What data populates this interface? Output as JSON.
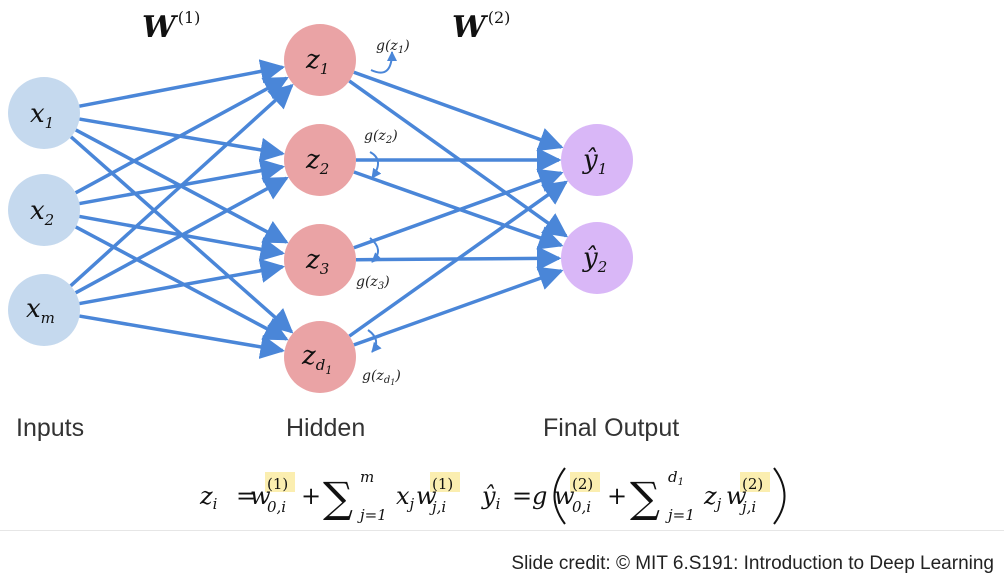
{
  "weights": {
    "w1": {
      "symbol": "W",
      "sup": "(1)"
    },
    "w2": {
      "symbol": "W",
      "sup": "(2)"
    }
  },
  "layers": {
    "inputs": {
      "label": "Inputs",
      "nodes": [
        {
          "base": "x",
          "sub": "1"
        },
        {
          "base": "x",
          "sub": "2"
        },
        {
          "base": "x",
          "sub": "m"
        }
      ]
    },
    "hidden": {
      "label": "Hidden",
      "nodes": [
        {
          "base": "z",
          "sub": "1",
          "act": "g(z",
          "act_sub": "1",
          "act_close": ")"
        },
        {
          "base": "z",
          "sub": "2",
          "act": "g(z",
          "act_sub": "2",
          "act_close": ")"
        },
        {
          "base": "z",
          "sub": "3",
          "act": "g(z",
          "act_sub": "3",
          "act_close": ")"
        },
        {
          "base": "z",
          "sub": "d",
          "subsub": "1",
          "act": "g(z",
          "act_sub": "d",
          "act_subsub": "1",
          "act_close": ")"
        }
      ]
    },
    "output": {
      "label": "Final Output",
      "nodes": [
        {
          "base": "ŷ",
          "sub": "1"
        },
        {
          "base": "ŷ",
          "sub": "2"
        }
      ]
    }
  },
  "equations": {
    "eq1": {
      "lhs": "z",
      "lhs_sub": "i",
      "eq": "=",
      "w0": "w",
      "w0_sup": "(1)",
      "w0_sub": "0,i",
      "plus": "+",
      "sum": "∑",
      "sum_top": "m",
      "sum_bot": "j=1",
      "x": "x",
      "x_sub": "j",
      "wj": "w",
      "wj_sup": "(1)",
      "wj_sub": "j,i"
    },
    "eq2": {
      "lhs": "ŷ",
      "lhs_sub": "i",
      "eq": "=",
      "g": "g",
      "w0": "w",
      "w0_sup": "(2)",
      "w0_sub": "0,i",
      "plus": "+",
      "sum": "∑",
      "sum_top": "d",
      "sum_top_sub": "1",
      "sum_bot": "j=1",
      "z": "z",
      "z_sub": "j",
      "wj": "w",
      "wj_sup": "(2)",
      "wj_sub": "j,i"
    }
  },
  "colors": {
    "input_node": "#c5d9ee",
    "hidden_node": "#eaa3a5",
    "output_node": "#d9b7f7",
    "edge": "#4a86d8",
    "highlight": "#fbeeb0"
  },
  "credit": "Slide credit: © MIT 6.S191: Introduction to Deep Learning"
}
